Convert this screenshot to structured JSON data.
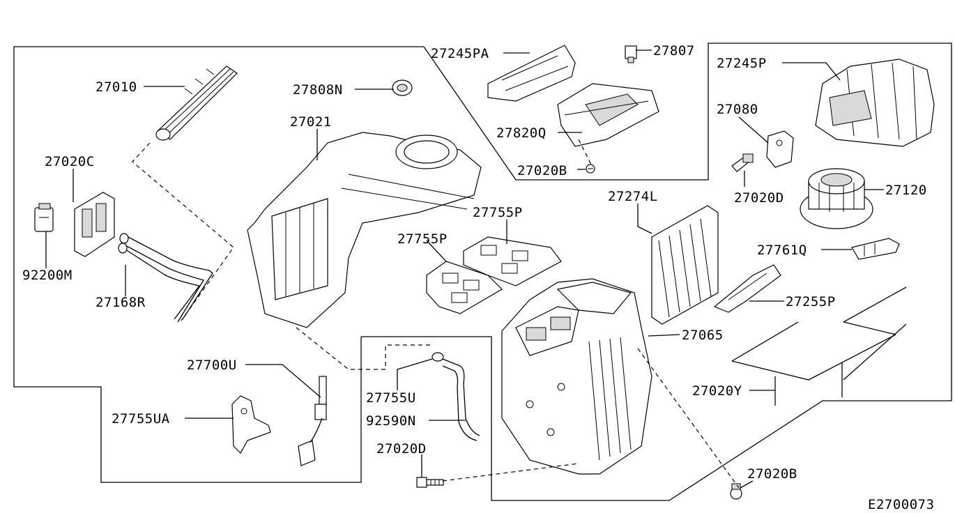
{
  "diagram_id": "E2700073",
  "part_labels": {
    "p27010": "27010",
    "p27020C": "27020C",
    "p92200M": "92200M",
    "p27168R": "27168R",
    "p27808N": "27808N",
    "p27021": "27021",
    "p27245PA": "27245PA",
    "p27807": "27807",
    "p27820Q": "27820Q",
    "p27020B_top": "27020B",
    "p27245P": "27245P",
    "p27080": "27080",
    "p27020D_right": "27020D",
    "p27120": "27120",
    "p27274L": "27274L",
    "p27755P_a": "27755P",
    "p27755P_b": "27755P",
    "p27761Q": "27761Q",
    "p27255P": "27255P",
    "p27065": "27065",
    "p27020Y": "27020Y",
    "p27700U": "27700U",
    "p27755UA": "27755UA",
    "p27755U": "27755U",
    "p92590N": "92590N",
    "p27020D_bottom": "27020D",
    "p27020B_bottom": "27020B"
  },
  "colors": {
    "ink": "#000000",
    "paper": "#ffffff",
    "part_shade": "#d9d9d9"
  }
}
